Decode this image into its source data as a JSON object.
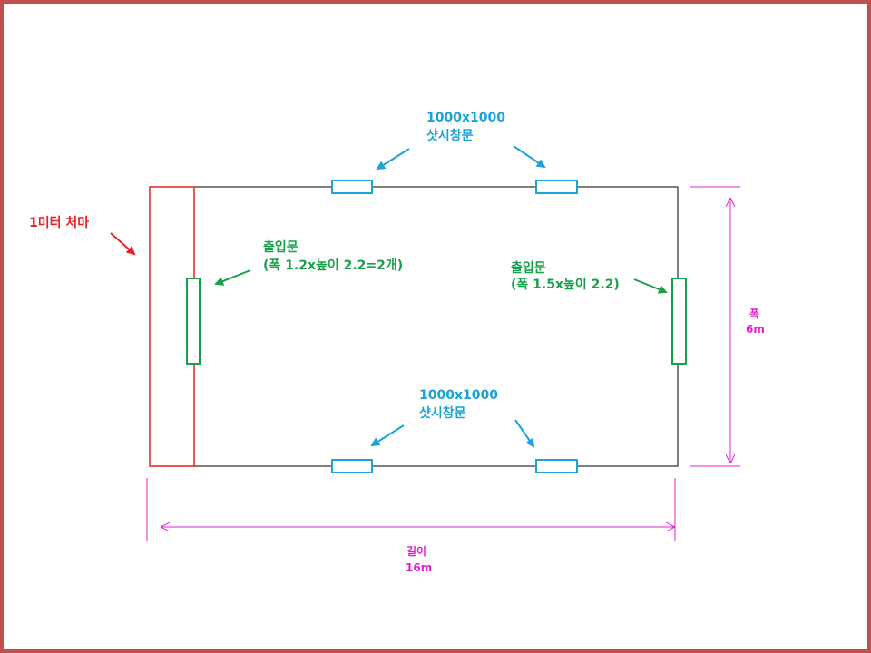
{
  "colors": {
    "frame": "#c0504d",
    "building": "#000000",
    "eave": "#e8201f",
    "window": "#1aa3d9",
    "door": "#18a04a",
    "dimension": "#e020d0"
  },
  "labels": {
    "eave": "1미터 처마",
    "window_top_l1": "1000x1000",
    "window_top_l2": "샷시창문",
    "window_bottom_l1": "1000x1000",
    "window_bottom_l2": "샷시창문",
    "door_left_l1": "출입문",
    "door_left_l2": "(폭 1.2x높이 2.2=2개)",
    "door_right_l1": "출입문",
    "door_right_l2": "(폭 1.5x높이 2.2)",
    "width_l1": "폭",
    "width_l2": "6m",
    "length_l1": "길이",
    "length_l2": "16m"
  }
}
